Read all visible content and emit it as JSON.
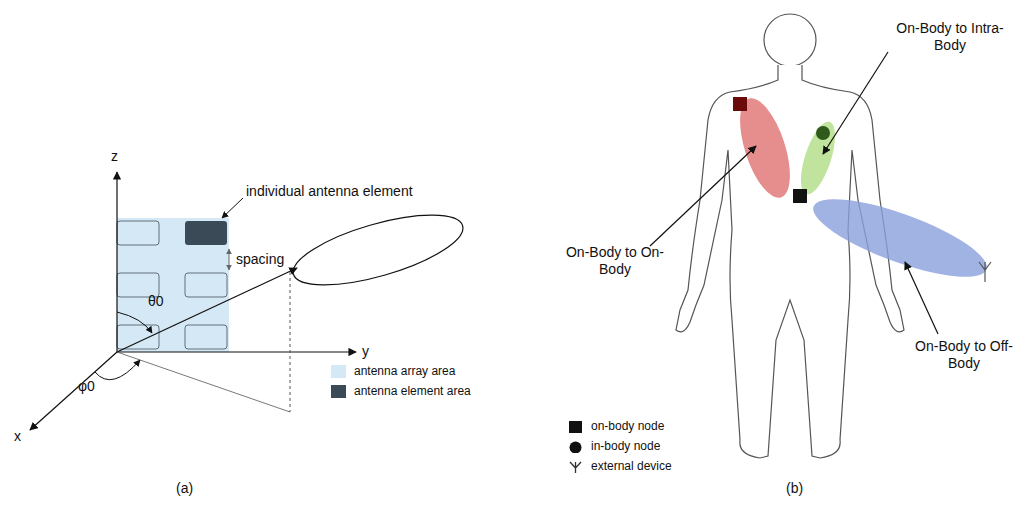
{
  "diagram": {
    "labels": [
      "z",
      "individual antenna element",
      "spacing",
      "y",
      "θ0",
      "φ0",
      "x",
      "(a)",
      "On-Body to On-Body",
      "On-Body to Intra-Body",
      "On-Body to Off-Body",
      "(b)"
    ],
    "legend": [
      {
        "text": "antenna array area",
        "color": "#d5e8f5"
      },
      {
        "text": "antenna element area",
        "color": "#3b4a57"
      },
      {
        "text": "on-body node"
      },
      {
        "text": "in-body node"
      },
      {
        "text": "external device"
      }
    ]
  }
}
